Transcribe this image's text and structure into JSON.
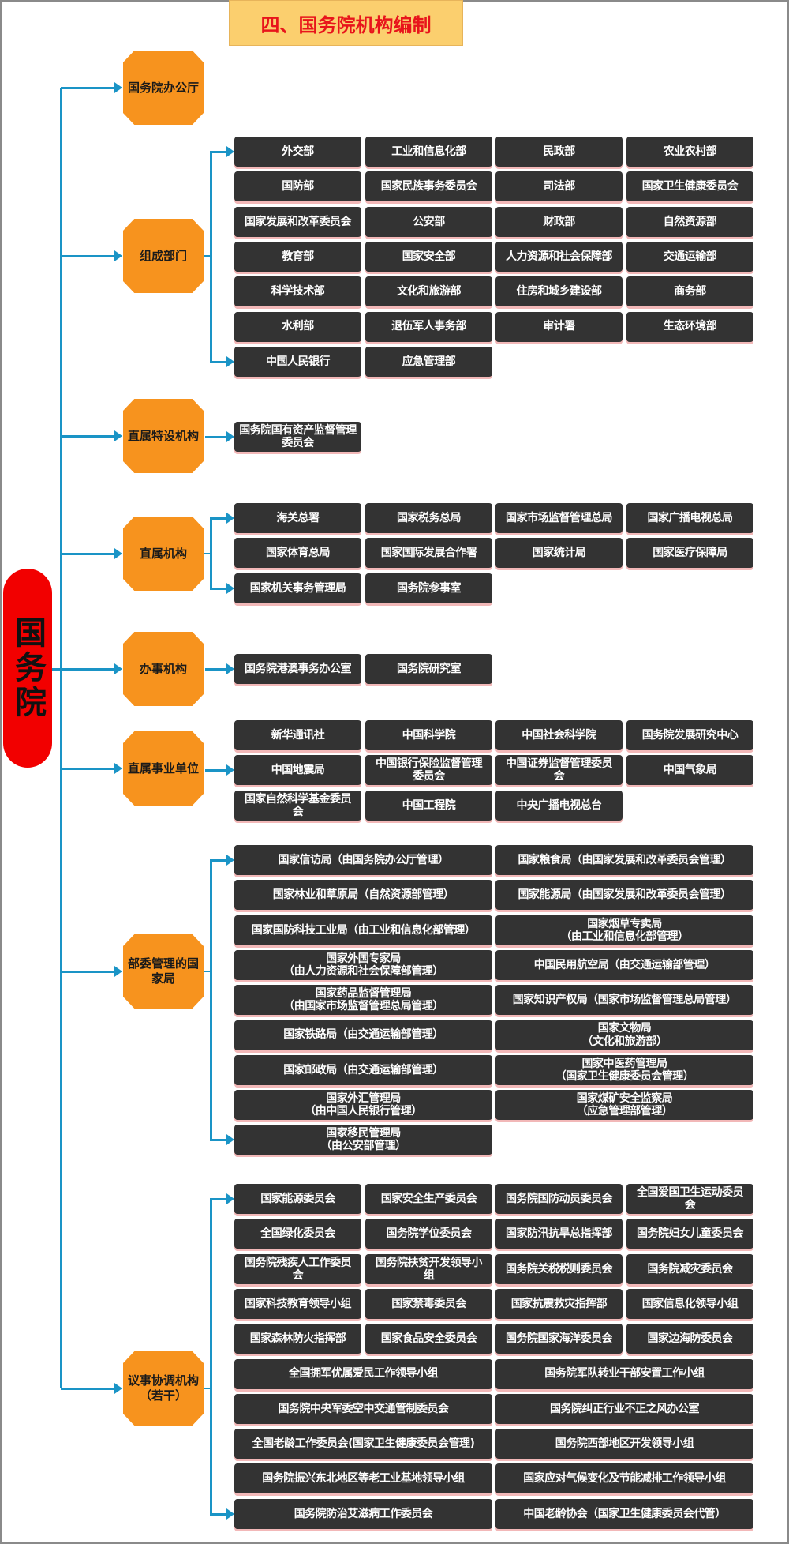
{
  "title": "四、国务院机构编制",
  "root": "国务院",
  "colors": {
    "accent_line": "#1a94c6",
    "category_fill": "#f7931e",
    "box_fill": "#333333",
    "root_fill": "#f20000",
    "title_fill": "#fbcf6e",
    "title_text": "#e8141b"
  },
  "groups": [
    {
      "label": "国务院办公厅",
      "items": []
    },
    {
      "label": "组成部门",
      "items": [
        "外交部",
        "工业和信息化部",
        "民政部",
        "农业农村部",
        "国防部",
        "国家民族事务委员会",
        "司法部",
        "国家卫生健康委员会",
        "国家发展和改革委员会",
        "公安部",
        "财政部",
        "自然资源部",
        "教育部",
        "国家安全部",
        "人力资源和社会保障部",
        "交通运输部",
        "科学技术部",
        "文化和旅游部",
        "住房和城乡建设部",
        "商务部",
        "水利部",
        "退伍军人事务部",
        "审计署",
        "生态环境部",
        "中国人民银行",
        "应急管理部"
      ]
    },
    {
      "label": "直属特设机构",
      "items": [
        "国务院国有资产监督管理委员会"
      ]
    },
    {
      "label": "直属机构",
      "items": [
        "海关总署",
        "国家税务总局",
        "国家市场监督管理总局",
        "国家广播电视总局",
        "国家体育总局",
        "国家国际发展合作署",
        "国家统计局",
        "国家医疗保障局",
        "国家机关事务管理局",
        "国务院参事室"
      ]
    },
    {
      "label": "办事机构",
      "items": [
        "国务院港澳事务办公室",
        "国务院研究室"
      ]
    },
    {
      "label": "直属事业单位",
      "items": [
        "新华通讯社",
        "中国科学院",
        "中国社会科学院",
        "国务院发展研究中心",
        "中国地震局",
        "中国银行保险监督管理\n委员会",
        "中国证券监督管理委员\n会",
        "中国气象局",
        "国家自然科学基金委员\n会",
        "中国工程院",
        "中央广播电视总台"
      ]
    },
    {
      "label": "部委管理的国家局",
      "items": [
        "国家信访局（由国务院办公厅管理）",
        "国家粮食局（由国家发展和改革委员会管理）",
        "国家林业和草原局（自然资源部管理）",
        "国家能源局（由国家发展和改革委员会管理）",
        "国家国防科技工业局（由工业和信息化部管理）",
        "国家烟草专卖局\n（由工业和信息化部管理）",
        "国家外国专家局\n（由人力资源和社会保障部管理）",
        "中国民用航空局（由交通运输部管理）",
        "国家药品监督管理局\n（由国家市场监督管理总局管理）",
        "国家知识产权局（国家市场监督管理总局管理）",
        "国家铁路局（由交通运输部管理）",
        "国家文物局\n（文化和旅游部）",
        "国家邮政局（由交通运输部管理）",
        "国家中医药管理局\n（国家卫生健康委员会管理）",
        "国家外汇管理局\n（由中国人民银行管理）",
        "国家煤矿安全监察局\n（应急管理部管理）",
        "国家移民管理局\n（由公安部管理）"
      ]
    },
    {
      "label": "议事协调机构\n（若干）",
      "items": [
        "国家能源委员会",
        "国家安全生产委员会",
        "国务院国防动员委员会",
        "全国爱国卫生运动委员\n会",
        "全国绿化委员会",
        "国务院学位委员会",
        "国家防汛抗旱总指挥部",
        "国务院妇女儿童委员会",
        "国务院残疾人工作委员\n会",
        "国务院扶贫开发领导小\n组",
        "国务院关税税则委员会",
        "国务院减灾委员会",
        "国家科技教育领导小组",
        "国家禁毒委员会",
        "国家抗震救灾指挥部",
        "国家信息化领导小组",
        "国家森林防火指挥部",
        "国家食品安全委员会",
        "国务院国家海洋委员会",
        "国家边海防委员会",
        "全国拥军优属爱民工作领导小组",
        "国务院军队转业干部安置工作小组",
        "国务院中央军委空中交通管制委员会",
        "国务院纠正行业不正之风办公室",
        "全国老龄工作委员会(国家卫生健康委员会管理)",
        "国务院西部地区开发领导小组",
        "国务院振兴东北地区等老工业基地领导小组",
        "国家应对气候变化及节能减排工作领导小组",
        "国务院防治艾滋病工作委员会",
        "中国老龄协会（国家卫生健康委员会代管）"
      ]
    }
  ]
}
